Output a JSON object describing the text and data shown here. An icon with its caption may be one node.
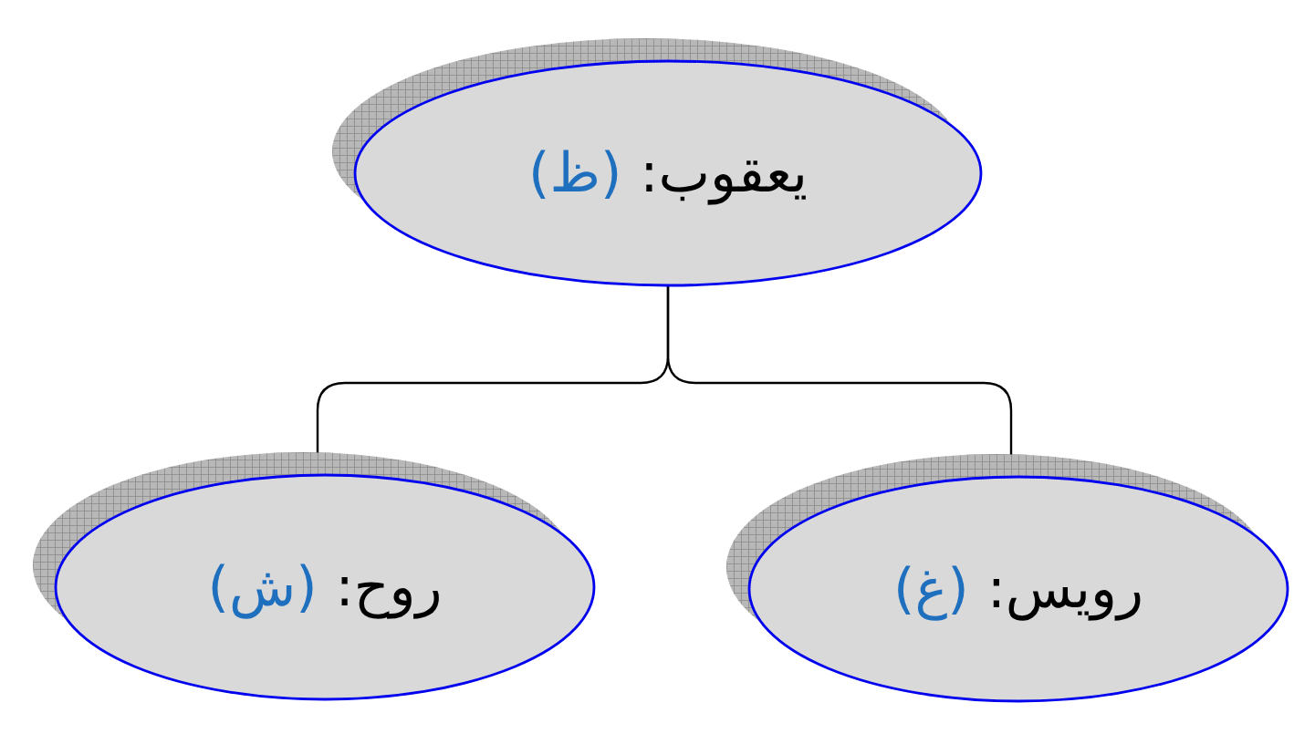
{
  "diagram": {
    "nodes": [
      {
        "text": [
          "يعقوب:",
          "(ظ)"
        ]
      },
      {
        "text": [
          "روح:",
          "(ش)"
        ]
      },
      {
        "text": [
          "رويس:",
          "(غ)"
        ]
      }
    ],
    "edges": [
      {
        "from": 0,
        "to": 1,
        "arrow": "none"
      },
      {
        "from": 0,
        "to": 2,
        "arrow": "none"
      }
    ]
  }
}
